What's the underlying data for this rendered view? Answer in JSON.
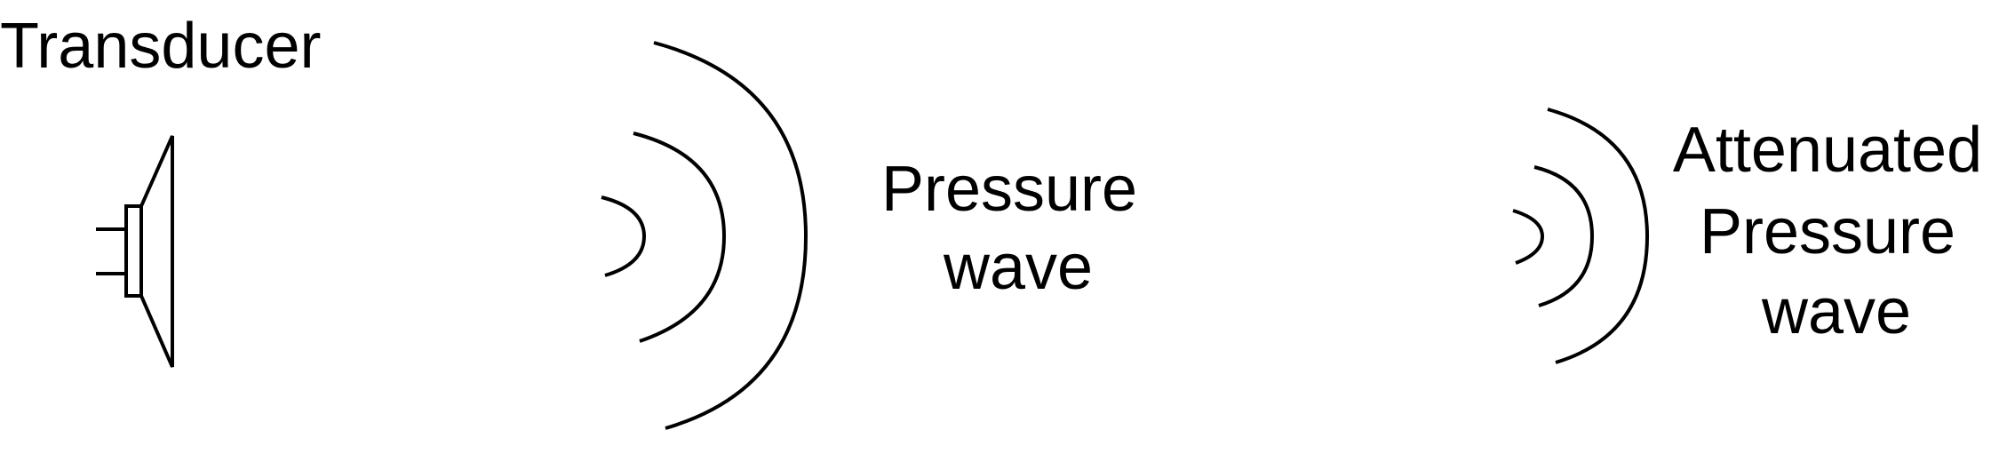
{
  "labels": {
    "transducer": "Transducer",
    "pressure_wave": [
      "Pressure",
      "wave"
    ],
    "attenuated_pressure_wave": [
      "Attenuated",
      "Pressure",
      "wave"
    ]
  },
  "colors": {
    "stroke": "#000000",
    "background": "#ffffff"
  }
}
